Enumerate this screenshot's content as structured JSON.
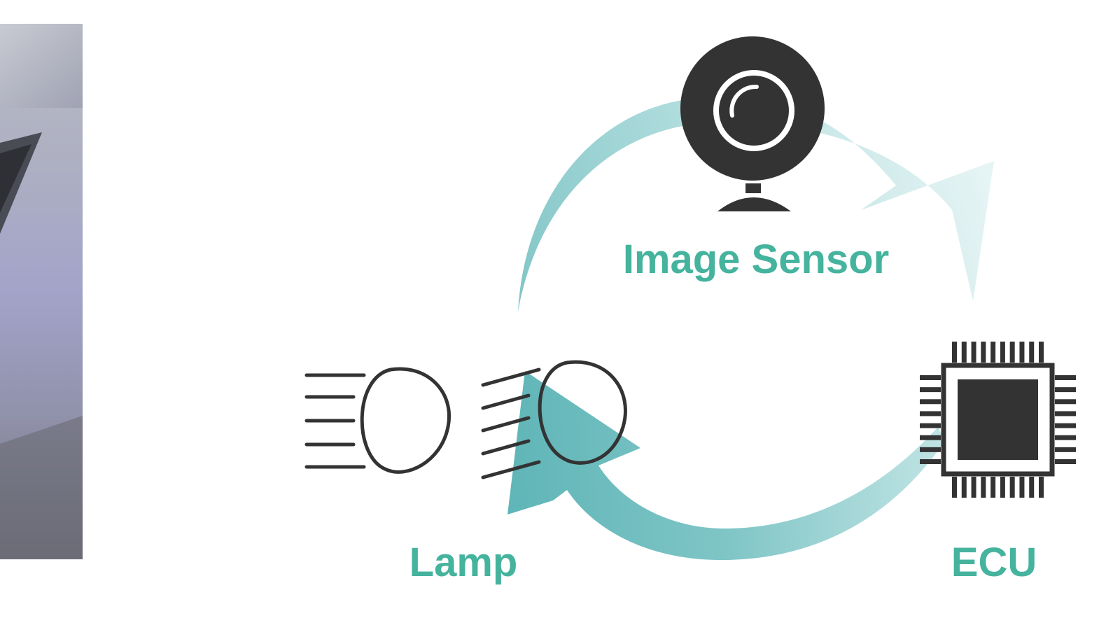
{
  "labels": {
    "image_sensor": "Image Sensor",
    "ecu": "ECU",
    "lamp": "Lamp"
  },
  "icons": {
    "sensor": "webcam-icon",
    "ecu": "chip-icon",
    "lamp_low": "headlamp-icon",
    "lamp_high": "headlamp-icon"
  },
  "colors": {
    "label": "#45b39d",
    "arrow": "#6fbfc0",
    "icon": "#333333"
  }
}
